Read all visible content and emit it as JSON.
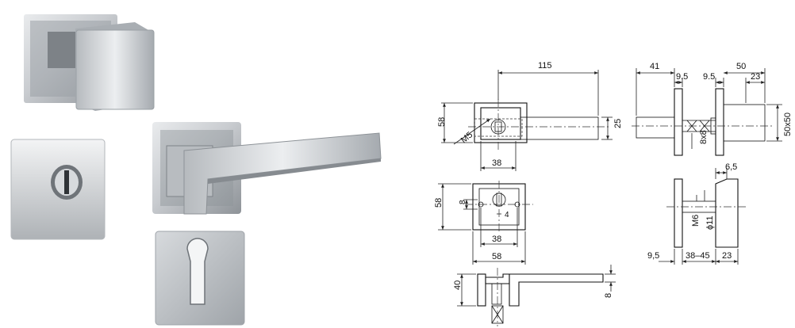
{
  "product_photo": {
    "items": [
      "knob-rosette",
      "wc-turn-rosette",
      "lever-handle-rosette",
      "profile-cylinder-rosette"
    ]
  },
  "drawing": {
    "front_view": {
      "width_115": "115",
      "height_58": "58",
      "height_25": "25",
      "rose_38": "38",
      "thread_m5": "M5"
    },
    "side_view": {
      "d41": "41",
      "d9_5_left": "9.5",
      "d9_5_right": "9.5",
      "d50": "50",
      "d23": "23",
      "sq50x50": "50x50",
      "sq8x8": "8x8"
    },
    "rose_view": {
      "d58_vertical": "58",
      "d8": "8",
      "d4": "4",
      "d38": "38",
      "d58_horizontal": "58"
    },
    "cross_section": {
      "d6_5": "6,5",
      "m6": "M6",
      "phi11": "ϕ11",
      "d9_5": "9,5",
      "d38_45": "38–45",
      "d23": "23"
    },
    "lever_profile": {
      "d40": "40",
      "d8": "8"
    }
  }
}
